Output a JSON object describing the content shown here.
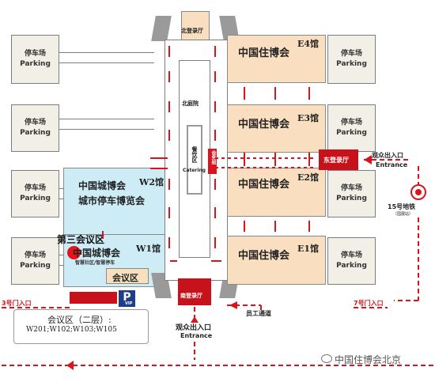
{
  "parking": {
    "cn": "停车场",
    "en": "Parking"
  },
  "halls": {
    "e4": {
      "name": "中国住博会",
      "code": "E4馆"
    },
    "e3": {
      "name": "中国住博会",
      "code": "E3馆"
    },
    "e2": {
      "name": "中国住博会",
      "code": "E2馆"
    },
    "e1": {
      "name": "中国住博会",
      "code": "E1馆"
    },
    "w2": {
      "name1": "中国城博会",
      "name2": "城市停车博览会",
      "code": "W2馆"
    },
    "w1": {
      "name": "中国城博会",
      "code": "W1馆",
      "sub": "智慧社区/智慧停车"
    }
  },
  "north_hall": "北登录厅",
  "north_court": "北庭院",
  "catering": {
    "cn": "餐饮区",
    "en": "Catering"
  },
  "business_center": "会务组",
  "east_hall": "东登录厅",
  "south_hall": "南登录厅",
  "meeting_area": "会议区",
  "third_meeting": "第三会议区",
  "vip": "VIP",
  "p_sign": "P",
  "entrance_east": {
    "cn": "观众出入口",
    "en": "Entrance"
  },
  "entrance_south": {
    "cn": "观众出入口",
    "en": "Entrance"
  },
  "metro": {
    "line": "15号地铁",
    "station": "（国展站）"
  },
  "gate3": "3号门入口",
  "gate7": "7号门入口",
  "staff_passage": "员工通道",
  "meeting_box": {
    "title": "会议区（二层）:",
    "rooms": "W201;W102;W103;W105"
  },
  "watermark": "中国住博会北京",
  "colors": {
    "accent_red": "#d8141c",
    "hall_orange": "#f9dfc0",
    "hall_blue": "#cdecf6",
    "parking_gray": "#f1efe6"
  }
}
